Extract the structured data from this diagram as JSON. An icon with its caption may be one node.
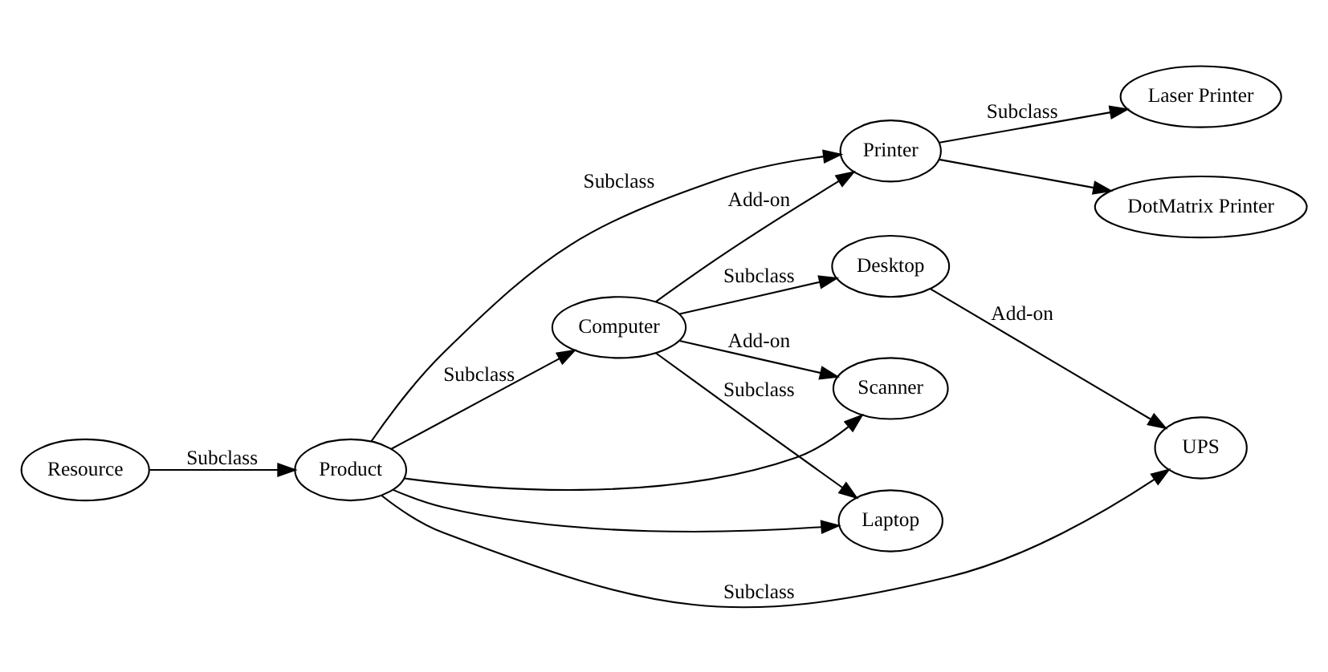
{
  "diagram": {
    "nodes": [
      {
        "text": [
          "Resource"
        ]
      },
      {
        "text": [
          "Product"
        ]
      },
      {
        "text": [
          "Printer"
        ]
      },
      {
        "text": [
          "Computer"
        ]
      },
      {
        "text": [
          "Scanner"
        ]
      },
      {
        "text": [
          "Laser Printer"
        ]
      },
      {
        "text": [
          "DotMatrix Printer"
        ]
      },
      {
        "text": [
          "Laptop"
        ]
      },
      {
        "text": [
          "Desktop"
        ]
      },
      {
        "text": [
          "UPS"
        ]
      }
    ],
    "edges": [
      {
        "from": 0,
        "to": 1,
        "arrow": "to",
        "label": "Subclass"
      },
      {
        "from": 1,
        "to": 2,
        "arrow": "to",
        "label": "Subclass"
      },
      {
        "from": 1,
        "to": 3,
        "arrow": "to",
        "label": "Subclass"
      },
      {
        "from": 1,
        "to": 4,
        "arrow": "to"
      },
      {
        "from": 1,
        "to": 9,
        "arrow": "to",
        "label": "Subclass"
      },
      {
        "from": 1,
        "to": 7,
        "arrow": "to"
      },
      {
        "from": 3,
        "to": 2,
        "arrow": "to",
        "label": "Add-on"
      },
      {
        "from": 3,
        "to": 4,
        "arrow": "to",
        "label": "Add-on"
      },
      {
        "from": 3,
        "to": 7,
        "arrow": "to",
        "label": "Subclass"
      },
      {
        "from": 3,
        "to": 8,
        "arrow": "to",
        "label": "Subclass"
      },
      {
        "from": 2,
        "to": 5,
        "arrow": "to",
        "label": "Subclass"
      },
      {
        "from": 2,
        "to": 6,
        "arrow": "to"
      },
      {
        "from": 8,
        "to": 9,
        "arrow": "to",
        "label": "Add-on"
      }
    ]
  }
}
